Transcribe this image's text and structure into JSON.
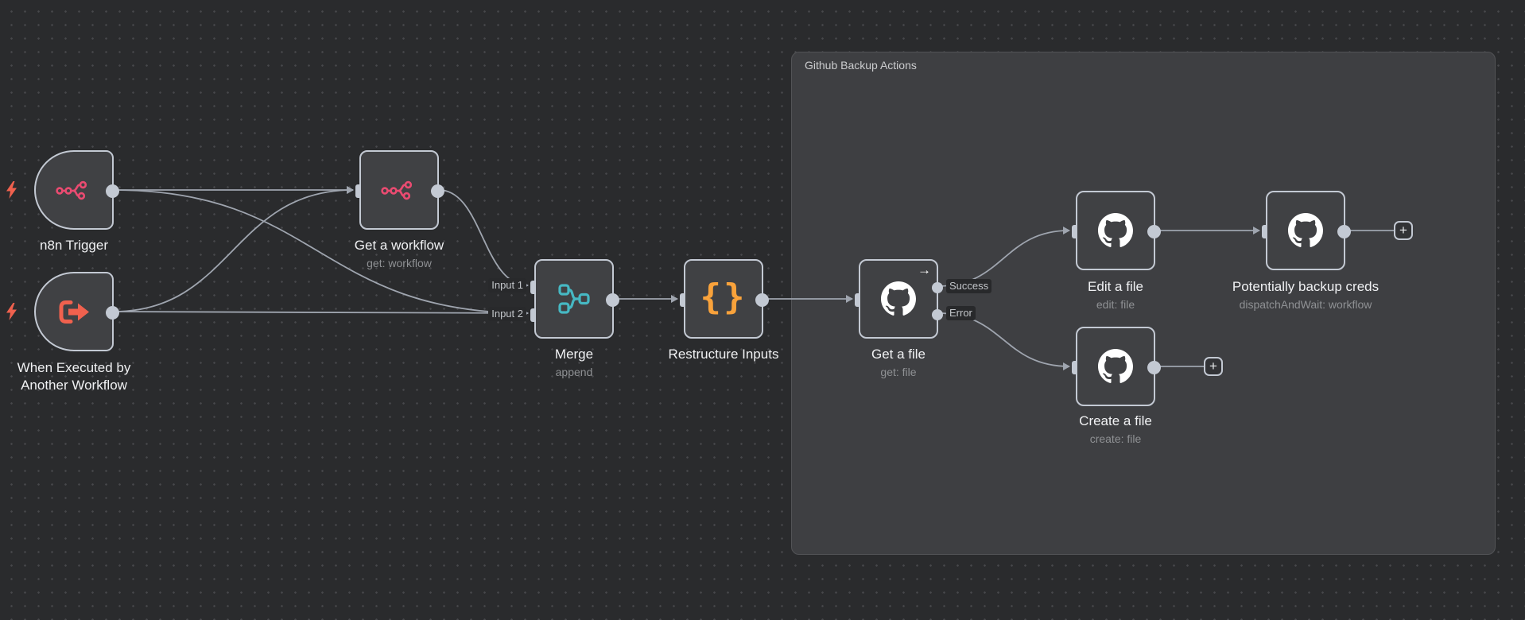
{
  "workflow": {
    "group": {
      "title": "Github Backup Actions"
    },
    "nodes": [
      {
        "id": "n8n-trigger",
        "title": "n8n Trigger",
        "icon": "n8n-icon"
      },
      {
        "id": "when-executed-by-another-workflow",
        "title": "When Executed by Another Workflow",
        "title_lines": [
          "When Executed by",
          "Another Workflow"
        ],
        "icon": "exit-arrow-icon"
      },
      {
        "id": "get-a-workflow",
        "title": "Get a workflow",
        "subtitle": "get: workflow",
        "icon": "n8n-icon"
      },
      {
        "id": "merge",
        "title": "Merge",
        "subtitle": "append",
        "icon": "merge-icon",
        "input_labels": [
          "Input 1",
          "Input 2"
        ]
      },
      {
        "id": "restructure-inputs",
        "title": "Restructure Inputs",
        "icon": "braces-icon"
      },
      {
        "id": "get-a-file",
        "title": "Get a file",
        "subtitle": "get: file",
        "icon": "github-icon",
        "output_labels": [
          "Success",
          "Error"
        ]
      },
      {
        "id": "edit-a-file",
        "title": "Edit a file",
        "subtitle": "edit: file",
        "icon": "github-icon"
      },
      {
        "id": "potentially-backup-creds",
        "title": "Potentially backup creds",
        "subtitle": "dispatchAndWait: workflow",
        "icon": "github-icon"
      },
      {
        "id": "create-a-file",
        "title": "Create a file",
        "subtitle": "create: file",
        "icon": "github-icon"
      }
    ],
    "connections": [
      {
        "from": "n8n-trigger",
        "to": "get-a-workflow"
      },
      {
        "from": "n8n-trigger",
        "to": "merge",
        "to_input": "Input 2"
      },
      {
        "from": "when-executed-by-another-workflow",
        "to": "get-a-workflow"
      },
      {
        "from": "when-executed-by-another-workflow",
        "to": "merge",
        "to_input": "Input 2"
      },
      {
        "from": "get-a-workflow",
        "to": "merge",
        "to_input": "Input 1"
      },
      {
        "from": "merge",
        "to": "restructure-inputs"
      },
      {
        "from": "restructure-inputs",
        "to": "get-a-file"
      },
      {
        "from": "get-a-file",
        "from_output": "Success",
        "to": "edit-a-file"
      },
      {
        "from": "get-a-file",
        "from_output": "Error",
        "to": "create-a-file"
      },
      {
        "from": "edit-a-file",
        "to": "potentially-backup-creds"
      }
    ],
    "icons": {
      "braces": "{}",
      "arrow_right": "→",
      "plus": "+"
    },
    "colors": {
      "n8n_pink": "#EA4B71",
      "trigger_coral": "#F0614E",
      "merge_teal": "#46B8C3",
      "braces_orange": "#F9A23B",
      "github_white": "#FFFFFF",
      "node_border": "#C3C9D3",
      "canvas_bg": "#2A2B2D",
      "group_bg": "#3E3F42"
    }
  }
}
